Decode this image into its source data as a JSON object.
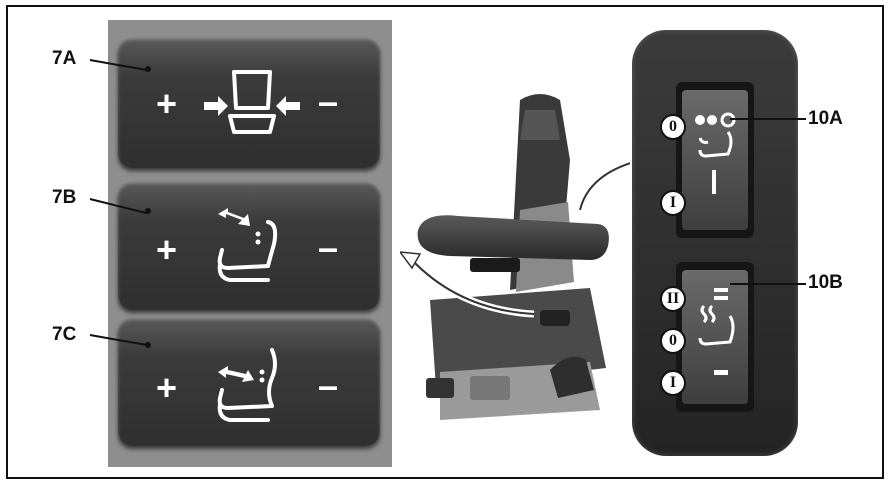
{
  "callouts": {
    "c7a": "7A",
    "c7b": "7B",
    "c7c": "7C",
    "c10a": "10A",
    "c10b": "10B"
  },
  "rockers": {
    "r7a": {
      "plus": "+",
      "minus": "–"
    },
    "r7b": {
      "plus": "+",
      "minus": "–"
    },
    "r7c": {
      "plus": "+",
      "minus": "–"
    }
  },
  "switch_positions": {
    "s10a_top": "0",
    "s10a_bottom": "I",
    "s10b_top": "II",
    "s10b_mid": "0",
    "s10b_bottom": "I"
  },
  "icons": [
    "seat-width-icon",
    "backrest-bolster-icon",
    "lumbar-support-icon",
    "seat-ventilation-icon",
    "seat-heating-icon"
  ]
}
